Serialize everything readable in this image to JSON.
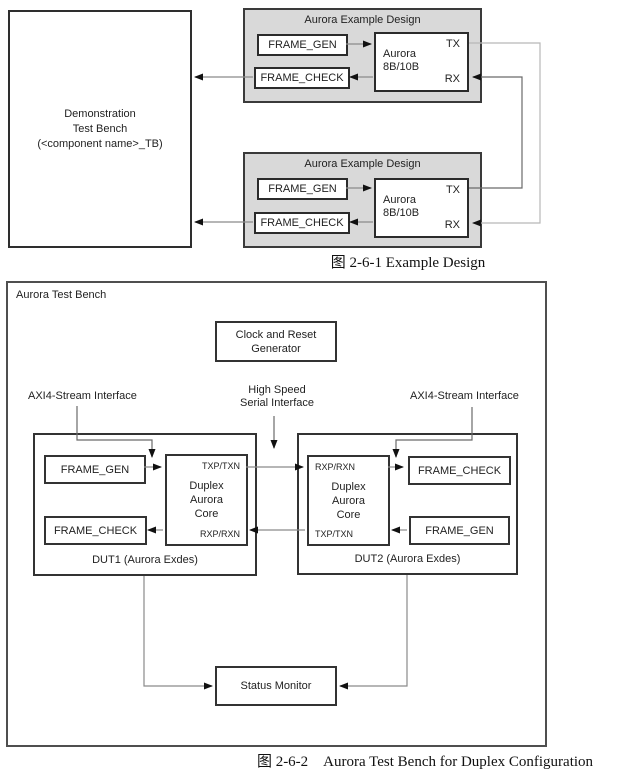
{
  "colors": {
    "gray_fill": "#d9d9d9",
    "border_dark": "#2e2e2e",
    "wire": "#8a8a8a",
    "wire_light": "#b8b8b8",
    "wire_dark": "#6a6a6a",
    "arrow": "#111111",
    "text": "#1f1f1f"
  },
  "figure1": {
    "demo_box_lines": [
      "Demonstration",
      "Test Bench",
      "(<component name>_TB)"
    ],
    "blocks": [
      {
        "title": "Aurora Example Design",
        "frame_gen": "FRAME_GEN",
        "frame_check": "FRAME_CHECK",
        "core_name_lines": [
          "Aurora",
          "8B/10B"
        ],
        "port_tx": "TX",
        "port_rx": "RX"
      },
      {
        "title": "Aurora Example Design",
        "frame_gen": "FRAME_GEN",
        "frame_check": "FRAME_CHECK",
        "core_name_lines": [
          "Aurora",
          "8B/10B"
        ],
        "port_tx": "TX",
        "port_rx": "RX"
      }
    ],
    "caption": "图 2-6-1 Example Design"
  },
  "figure2": {
    "title": "Aurora Test Bench",
    "clock_box_lines": [
      "Clock and Reset",
      "Generator"
    ],
    "axi_label_left": "AXI4-Stream Interface",
    "high_speed_label_lines": [
      "High Speed",
      "Serial Interface"
    ],
    "axi_label_right": "AXI4-Stream Interface",
    "dut1": {
      "frame_gen": "FRAME_GEN",
      "frame_check": "FRAME_CHECK",
      "core_lines": [
        "Duplex",
        "Aurora",
        "Core"
      ],
      "port_top": "TXP/TXN",
      "port_bottom": "RXP/RXN",
      "label": "DUT1 (Aurora Exdes)"
    },
    "dut2": {
      "frame_check": "FRAME_CHECK",
      "frame_gen": "FRAME_GEN",
      "core_lines": [
        "Duplex",
        "Aurora",
        "Core"
      ],
      "port_top": "RXP/RXN",
      "port_bottom": "TXP/TXN",
      "label": "DUT2 (Aurora Exdes)"
    },
    "status_box": "Status Monitor",
    "caption": "图 2-6-2　Aurora Test Bench for Duplex Configuration"
  }
}
